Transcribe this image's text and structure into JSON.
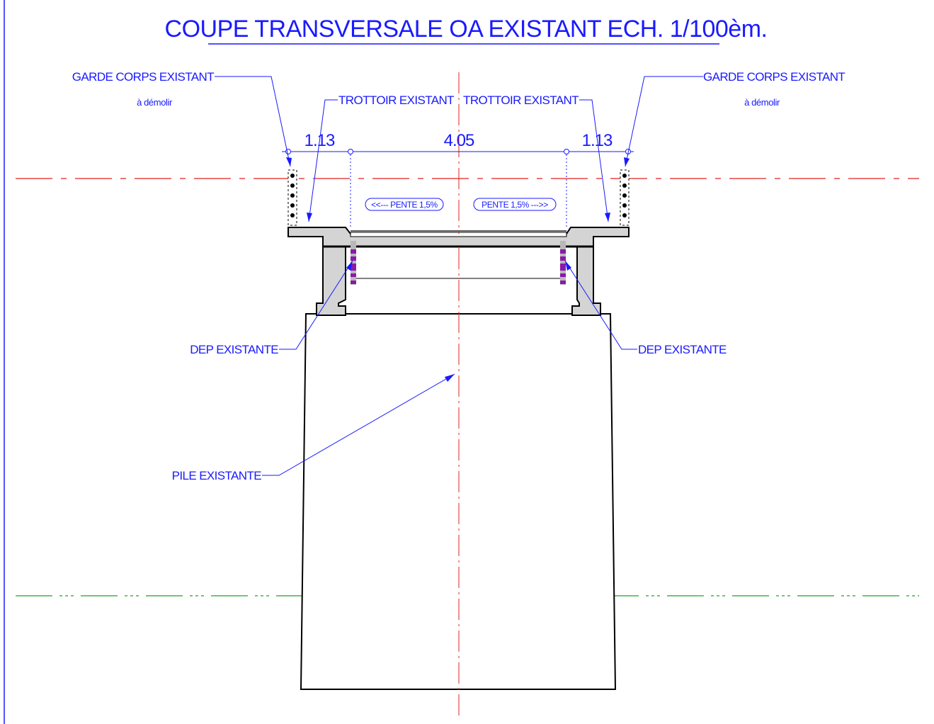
{
  "title": "COUPE TRANSVERSALE OA EXISTANT ECH. 1/100èm.",
  "labels": {
    "garde_corps_left": "GARDE CORPS EXISTANT",
    "garde_corps_left_sub": "à démolir",
    "garde_corps_right": "GARDE CORPS EXISTANT",
    "garde_corps_right_sub": "à démolir",
    "trottoir_left": "TROTTOIR EXISTANT",
    "trottoir_right": "TROTTOIR EXISTANT",
    "dep_left": "DEP EXISTANTE",
    "dep_right": "DEP EXISTANTE",
    "pile": "PILE EXISTANTE"
  },
  "dimensions": {
    "left": "1.13",
    "center": "4.05",
    "right": "1.13"
  },
  "slopes": {
    "left": "<<--- PENTE 1,5%",
    "right": "PENTE 1,5% --->>"
  },
  "colors": {
    "annotation": "#1a1aff",
    "axis": "#e0201f",
    "level_high": "#e0201f",
    "level_low": "#22a022",
    "structure_fill": "#d4d4d4",
    "bearing": "#8a1aa8"
  }
}
